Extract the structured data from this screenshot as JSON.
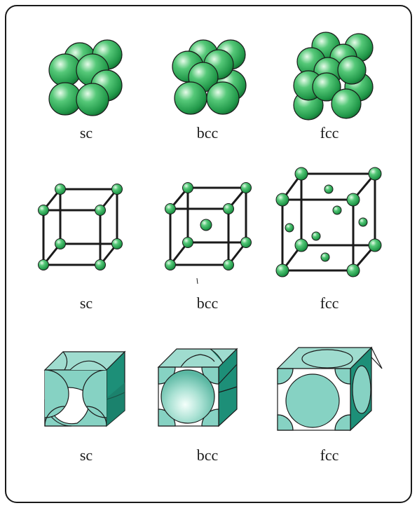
{
  "rows": [
    {
      "name": "packing-spheres",
      "labels": [
        "sc",
        "bcc",
        "fcc"
      ]
    },
    {
      "name": "ball-and-stick",
      "labels": [
        "sc",
        "bcc",
        "fcc"
      ]
    },
    {
      "name": "unit-cell-cutaway",
      "labels": [
        "sc",
        "bcc",
        "fcc"
      ]
    }
  ],
  "colors": {
    "sphere": "#2fae57",
    "sphere_light": "#d8f7df",
    "sphere_dark": "#0f5a25",
    "cell_face": "#86d2c3",
    "cell_face_dark": "#1d8f78",
    "line": "#1a1a1a",
    "frame": "#1a1a1a"
  }
}
